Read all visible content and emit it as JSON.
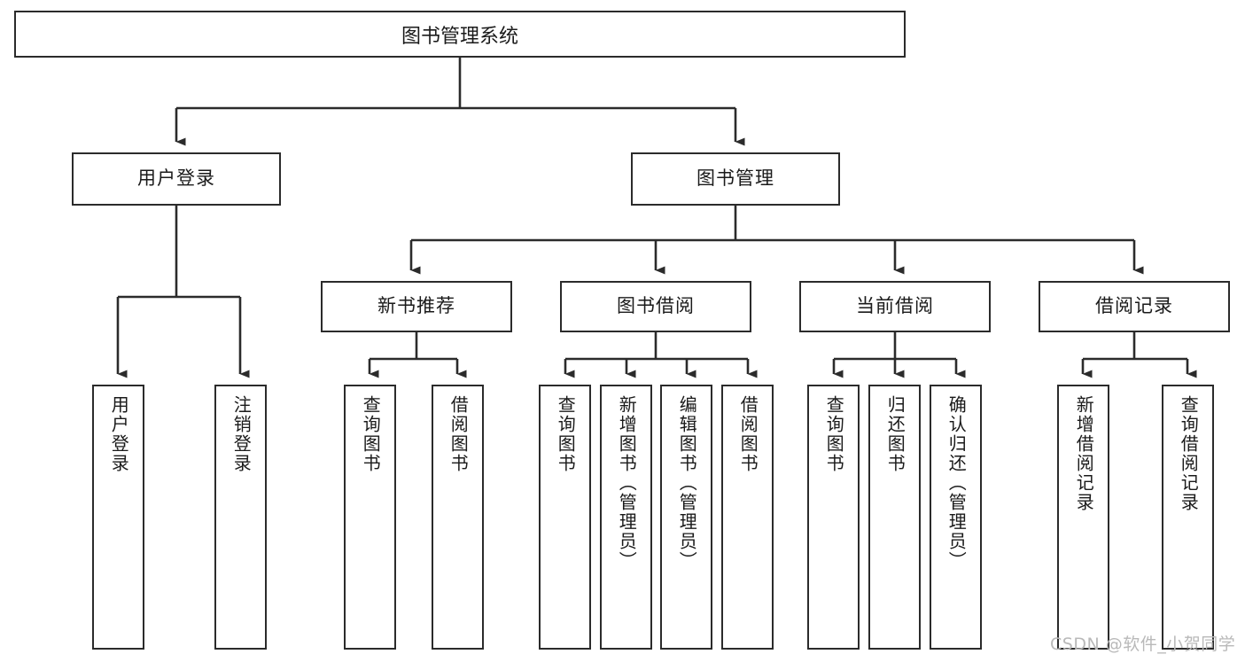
{
  "diagram": {
    "title": "图书管理系统",
    "type": "tree",
    "watermark": "CSDN @软件_小贺同学",
    "colors": {
      "box_border": "#2b2b2b",
      "box_fill": "#ffffff",
      "line": "#2b2b2b",
      "text": "#1a1a1a",
      "watermark": "#b9b9b9"
    },
    "root": {
      "label": "图书管理系统"
    },
    "level2": [
      {
        "label": "用户登录"
      },
      {
        "label": "图书管理"
      }
    ],
    "level3": [
      {
        "label": "新书推荐"
      },
      {
        "label": "图书借阅"
      },
      {
        "label": "当前借阅"
      },
      {
        "label": "借阅记录"
      }
    ],
    "leaves": {
      "user_login": [
        {
          "label": "用户登录"
        },
        {
          "label": "注销登录"
        }
      ],
      "new_book": [
        {
          "label": "查询图书"
        },
        {
          "label": "借阅图书"
        }
      ],
      "borrow": [
        {
          "label": "查询图书"
        },
        {
          "label": "新增图书（管理员）"
        },
        {
          "label": "编辑图书（管理员）"
        },
        {
          "label": "借阅图书"
        }
      ],
      "current": [
        {
          "label": "查询图书"
        },
        {
          "label": "归还图书"
        },
        {
          "label": "确认归还（管理员）"
        }
      ],
      "records": [
        {
          "label": "新增借阅记录"
        },
        {
          "label": "查询借阅记录"
        }
      ]
    }
  }
}
